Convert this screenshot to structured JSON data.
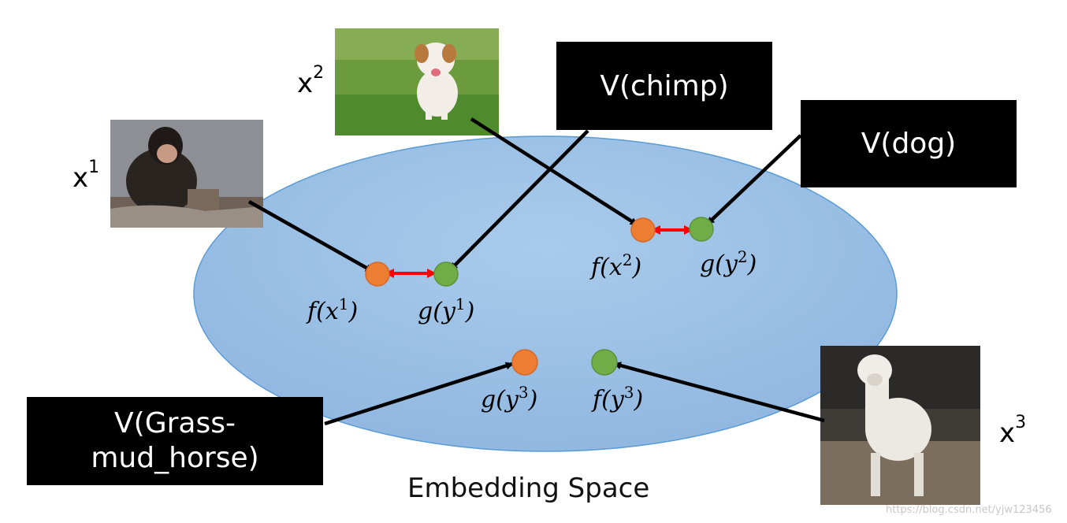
{
  "images": {
    "chimp": {
      "label_var": "x",
      "label_sup": "1",
      "icon": "chimp-photo"
    },
    "dog": {
      "label_var": "x",
      "label_sup": "2",
      "icon": "dog-photo"
    },
    "alpaca": {
      "label_var": "x",
      "label_sup": "3",
      "icon": "alpaca-photo"
    }
  },
  "boxes": {
    "chimp": "V(chimp)",
    "dog": "V(dog)",
    "grass_line1": "V(Grass-",
    "grass_line2": "mud_horse)"
  },
  "points": {
    "p1f": {
      "fn": "f",
      "var": "x",
      "sup": "1",
      "color": "#ED7D31"
    },
    "p1g": {
      "fn": "g",
      "var": "y",
      "sup": "1",
      "color": "#70AD47"
    },
    "p2f": {
      "fn": "f",
      "var": "x",
      "sup": "2",
      "color": "#ED7D31"
    },
    "p2g": {
      "fn": "g",
      "var": "y",
      "sup": "2",
      "color": "#70AD47"
    },
    "p3g": {
      "fn": "g",
      "var": "y",
      "sup": "3",
      "color": "#ED7D31"
    },
    "p3f": {
      "fn": "f",
      "var": "y",
      "sup": "3",
      "color": "#70AD47"
    }
  },
  "caption": "Embedding Space",
  "watermark": "https://blog.csdn.net/yjw123456",
  "colors": {
    "ellipse": "#9DC3E6",
    "ellipse_stroke": "#5B9BD5",
    "pair_arrow": "#FF0000",
    "arrow": "#000000"
  }
}
